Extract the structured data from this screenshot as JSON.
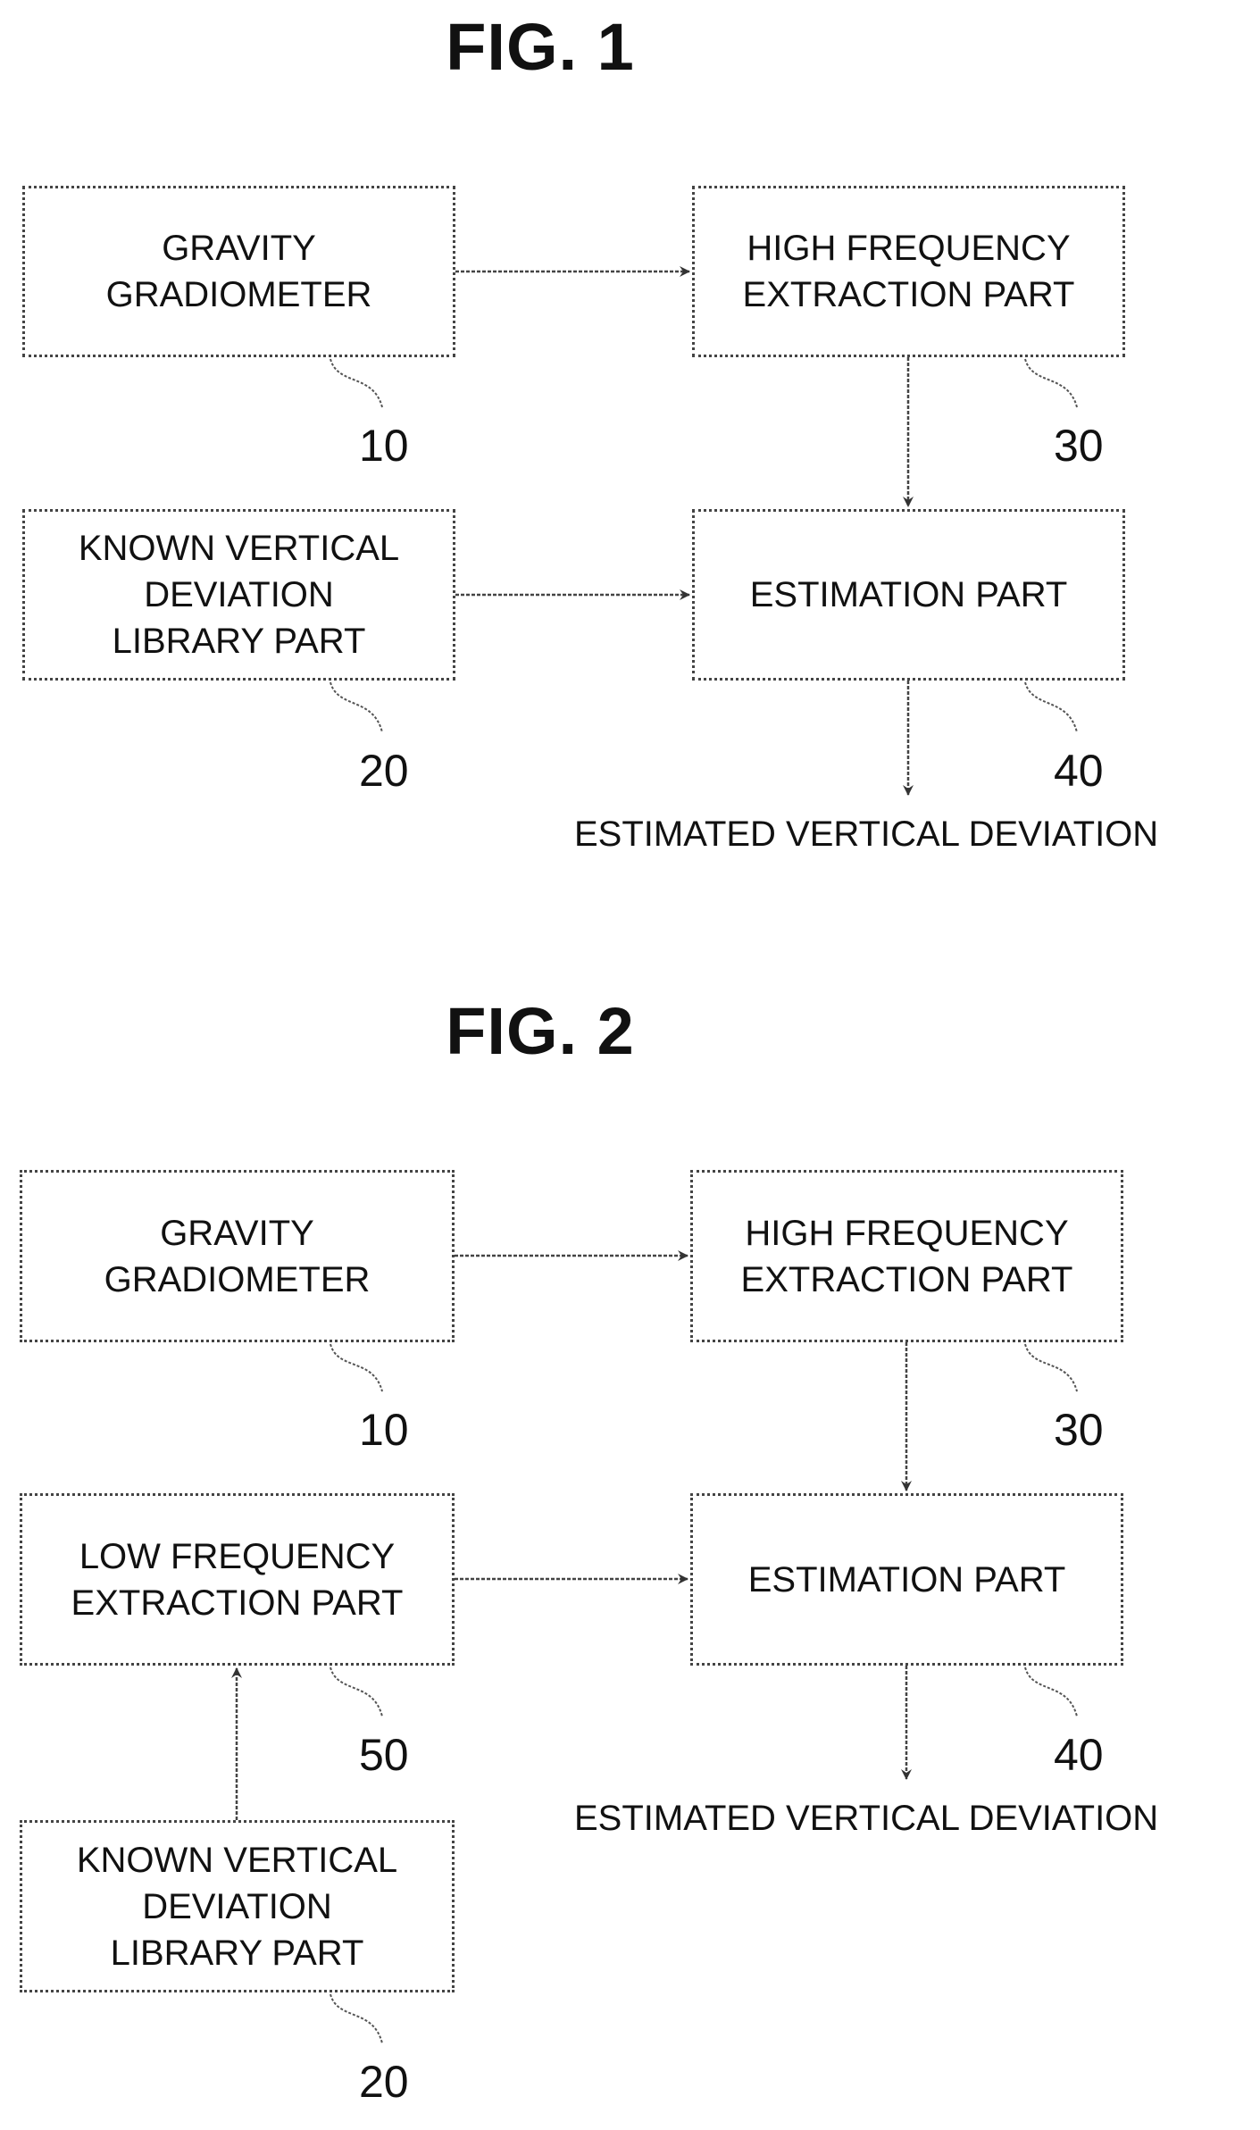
{
  "fig1": {
    "title": "FIG. 1",
    "gravity_gradiometer": {
      "lines": [
        "GRAVITY",
        "GRADIOMETER"
      ],
      "ref": "10"
    },
    "high_frequency": {
      "lines": [
        "HIGH FREQUENCY",
        "EXTRACTION PART"
      ],
      "ref": "30"
    },
    "library": {
      "lines": [
        "KNOWN VERTICAL",
        "DEVIATION",
        "LIBRARY PART"
      ],
      "ref": "20"
    },
    "estimation": {
      "lines": [
        "ESTIMATION PART"
      ],
      "ref": "40"
    },
    "output": "ESTIMATED VERTICAL DEVIATION"
  },
  "fig2": {
    "title": "FIG. 2",
    "gravity_gradiometer": {
      "lines": [
        "GRAVITY",
        "GRADIOMETER"
      ],
      "ref": "10"
    },
    "high_frequency": {
      "lines": [
        "HIGH FREQUENCY",
        "EXTRACTION PART"
      ],
      "ref": "30"
    },
    "low_frequency": {
      "lines": [
        "LOW FREQUENCY",
        "EXTRACTION PART"
      ],
      "ref": "50"
    },
    "estimation": {
      "lines": [
        "ESTIMATION PART"
      ],
      "ref": "40"
    },
    "library": {
      "lines": [
        "KNOWN VERTICAL",
        "DEVIATION",
        "LIBRARY PART"
      ],
      "ref": "20"
    },
    "output": "ESTIMATED VERTICAL DEVIATION"
  }
}
